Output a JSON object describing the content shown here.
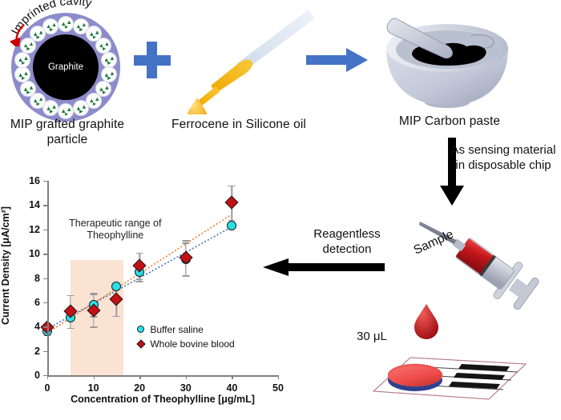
{
  "figure": {
    "type": "graphical-abstract",
    "steps": {
      "mip_particle": {
        "core_label": "Graphite",
        "cavity_label": "Imprinted cavity",
        "caption": "MIP grafted graphite particle",
        "ring_color": "#8c8ccb",
        "core_color": "#000000",
        "cavity_color": "#ffffff",
        "template_color": "#1e7a39"
      },
      "plus": {
        "symbol": "+",
        "color": "#4472c4"
      },
      "dropper": {
        "caption": "Ferrocene in Silicone oil",
        "liquid_color": "#f2b705",
        "pipette_color": "#dde6f2"
      },
      "arrow_right": {
        "color": "#4472c4",
        "direction": "right"
      },
      "mortar": {
        "caption": "MIP Carbon paste",
        "bowl_color": "#c6cbdb",
        "paste_color": "#000000"
      },
      "arrow_down": {
        "color": "#000000",
        "direction": "down"
      },
      "callout_sensing": "As sensing material in disposable chip",
      "syringe": {
        "label": "Sample",
        "barrel_color": "#c9cdd6",
        "blood_color": "#c4161c"
      },
      "droplet": {
        "volume_label": "30 μL",
        "color": "#c4161c"
      },
      "chip": {
        "electrode_color": "#1a1a1a",
        "substrate_color": "#ffffff",
        "sample_color": "#ef4b4b"
      },
      "arrow_left": {
        "color": "#000000",
        "direction": "left"
      },
      "callout_reagentless": "Reagentless detection"
    }
  },
  "chart_data": {
    "type": "scatter",
    "title": "",
    "xlabel": "Concentration of Theophylline [μg/mL]",
    "ylabel": "Current Density [μA/cm²]",
    "xlim": [
      0,
      50
    ],
    "ylim": [
      0,
      16
    ],
    "xticks": [
      0,
      10,
      20,
      30,
      40,
      50
    ],
    "yticks": [
      0,
      2,
      4,
      6,
      8,
      10,
      12,
      14,
      16
    ],
    "grid": false,
    "legend_position": "inside-lower-right",
    "annotations": [
      {
        "text": "Therapeutic range of Theophylline",
        "type": "shaded-band",
        "x_start": 5,
        "x_end": 16.5,
        "y_top": 9.5,
        "color": "#fae3d2"
      }
    ],
    "series": [
      {
        "name": "Buffer saline",
        "marker": "circle",
        "color": "#28e1e8",
        "edge_color": "#1a1a1a",
        "trendline": {
          "style": "dotted",
          "color": "#4472c4"
        },
        "x": [
          0,
          5,
          10,
          15,
          20,
          30,
          40
        ],
        "values": [
          3.65,
          4.75,
          5.8,
          7.3,
          8.5,
          9.55,
          12.3
        ],
        "yerr": [
          0.35,
          0.85,
          0.95,
          0.0,
          0.75,
          1.35,
          0.0
        ]
      },
      {
        "name": "Whole bovine blood",
        "marker": "diamond",
        "color": "#c40f15",
        "edge_color": "#1a1a1a",
        "trendline": {
          "style": "dotted",
          "color": "#ed7d31"
        },
        "x": [
          0,
          5,
          10,
          15,
          20,
          30,
          40
        ],
        "values": [
          3.95,
          5.25,
          5.35,
          6.25,
          9.0,
          9.65,
          14.2
        ],
        "yerr": [
          0.35,
          1.35,
          1.35,
          1.35,
          1.1,
          1.45,
          1.4
        ]
      }
    ]
  }
}
